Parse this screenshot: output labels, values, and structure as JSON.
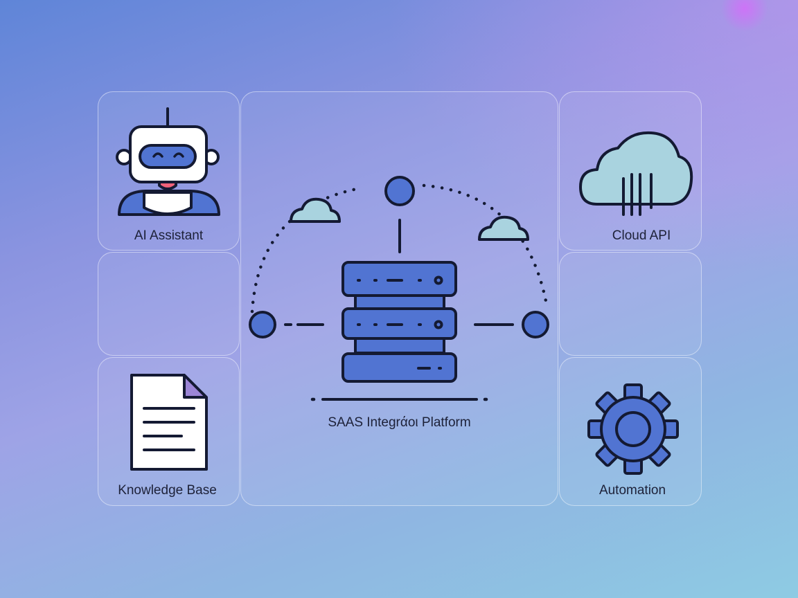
{
  "panels": {
    "ai_assistant": {
      "label": "AI Assistant",
      "icon": "robot-icon"
    },
    "cloud_api": {
      "label": "Cloud API",
      "icon": "cloud-icon"
    },
    "knowledge_base": {
      "label": "Knowledge Base",
      "icon": "document-icon"
    },
    "automation": {
      "label": "Automation",
      "icon": "gear-icon"
    },
    "center": {
      "label": "SAAS Integrάoι Platform",
      "icon": "server-stack-icon"
    }
  },
  "colors": {
    "accent_blue": "#4e6fd0",
    "outline": "#141a33",
    "cloud_fill": "#a9d3df",
    "document_fold": "#9b85d6",
    "robot_mouth": "#f0627a"
  }
}
